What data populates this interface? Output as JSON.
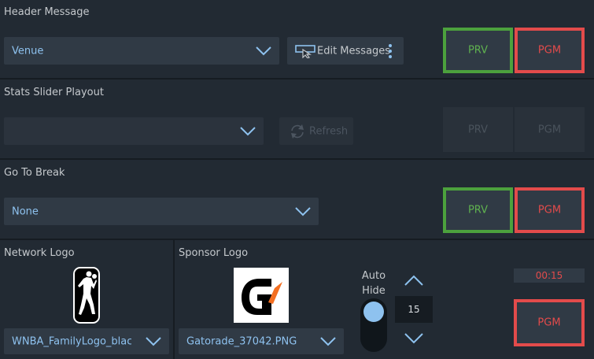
{
  "header_message": {
    "title": "Header Message",
    "dropdown_value": "Venue",
    "edit_label": "Edit Messages",
    "prv_label": "PRV",
    "pgm_label": "PGM"
  },
  "stats_slider": {
    "title": "Stats Slider Playout",
    "dropdown_value": "",
    "refresh_label": "Refresh",
    "prv_label": "PRV",
    "pgm_label": "PGM"
  },
  "go_to_break": {
    "title": "Go To Break",
    "dropdown_value": "None",
    "prv_label": "PRV",
    "pgm_label": "PGM"
  },
  "network_logo": {
    "title": "Network Logo",
    "dropdown_value": "WNBA_FamilyLogo_black",
    "logo_icon": "wnba-logo-icon"
  },
  "sponsor_logo": {
    "title": "Sponsor Logo",
    "dropdown_value": "Gatorade_37042.PNG",
    "logo_icon": "gatorade-logo-icon",
    "auto_hide_label": "Auto\nHide",
    "auto_hide_on": true,
    "stepper_value": "15",
    "timer": "00:15",
    "pgm_label": "PGM"
  },
  "colors": {
    "background": "#222a33",
    "control": "#303a45",
    "accent_blue": "#8ec2ef",
    "prv_green": "#4ca13d",
    "pgm_red": "#e34b4b"
  }
}
